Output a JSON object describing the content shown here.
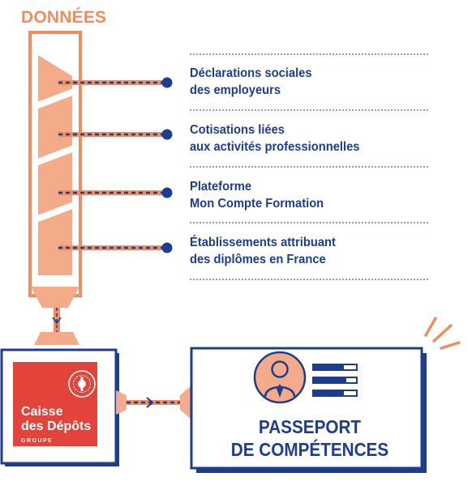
{
  "title": "DONNÉES",
  "sources": [
    {
      "line1": "Déclarations sociales",
      "line2": "des employeurs"
    },
    {
      "line1": "Cotisations liées",
      "line2": "aux activités professionnelles"
    },
    {
      "line1": "Plateforme",
      "line2": "Mon Compte Formation"
    },
    {
      "line1": "Établissements attribuant",
      "line2": "des diplômes en France"
    }
  ],
  "organization": {
    "line1": "Caisse",
    "line2": "des Dépôts",
    "group": "GROUPE",
    "logo_icon": "seal-logo-icon"
  },
  "output": {
    "line1": "PASSEPORT",
    "line2": "DE COMPÉTENCES",
    "icon": "person-profile-icon"
  },
  "colors": {
    "navy": "#1d3d8f",
    "salmon": "#ef8d60",
    "salmon_light": "#f3ab8a",
    "red": "#e2433b"
  }
}
